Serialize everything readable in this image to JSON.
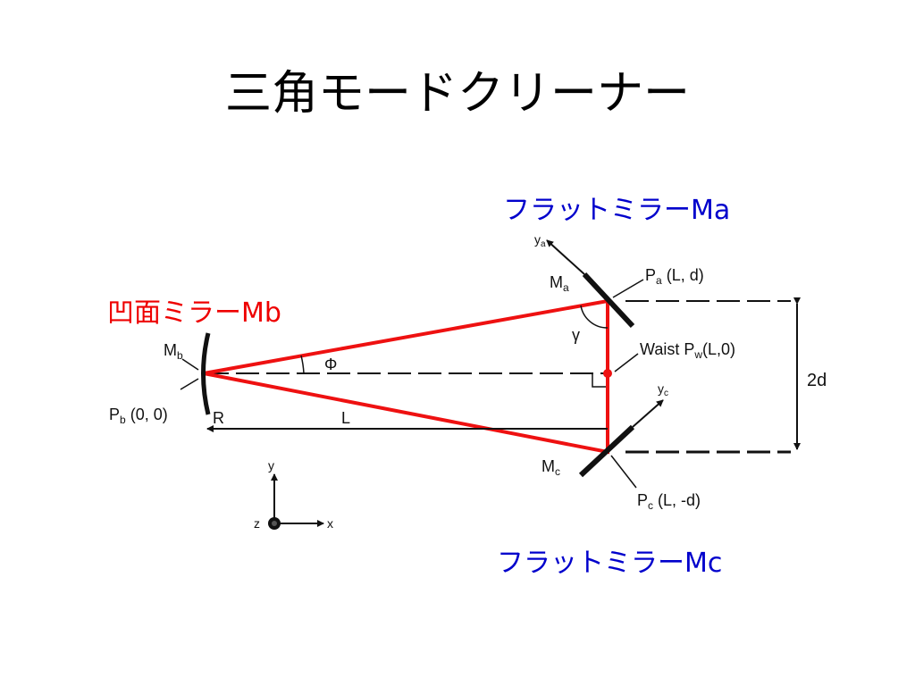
{
  "title": "三角モードクリーナー",
  "callouts": {
    "mirror_a": "フラットミラーMa",
    "mirror_b": "凹面ミラーMb",
    "mirror_c": "フラットミラーMc"
  },
  "labels": {
    "Mb": "M",
    "Mb_sub": "b",
    "Ma": "M",
    "Ma_sub": "a",
    "Mc": "M",
    "Mc_sub": "c",
    "Pb": "P",
    "Pb_sub": "b",
    "Pb_coord": " (0, 0)",
    "Pa": "P",
    "Pa_sub": "a",
    "Pa_coord": " (L, d)",
    "Pc": "P",
    "Pc_sub": "c",
    "Pc_coord": " (L, -d)",
    "waist": "Waist P",
    "waist_sub": "w",
    "waist_coord": "(L,0)",
    "phi": "Φ",
    "gamma": "γ",
    "R": "R",
    "L": "L",
    "two_d": "2d",
    "ya": "y",
    "ya_sub": "a",
    "yc": "y",
    "yc_sub": "c",
    "axis_y": "y",
    "axis_x": "x",
    "axis_z": "z"
  },
  "colors": {
    "beam": "#ee1111",
    "callout_blue": "#0000cc",
    "callout_red": "#ee0000"
  }
}
